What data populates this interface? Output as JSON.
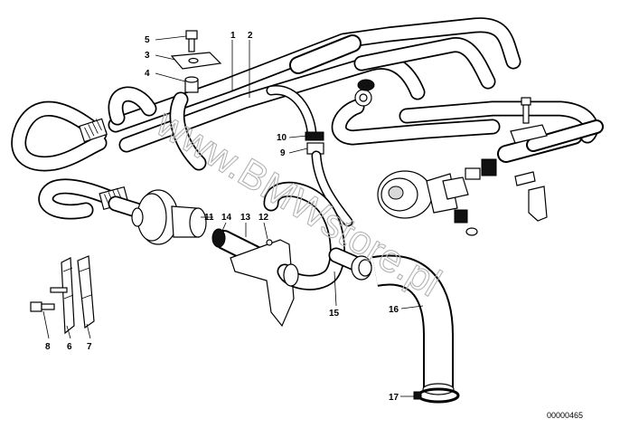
{
  "diagram": {
    "watermark": "www.BMWstore.pl",
    "reference_number": "00000465",
    "callouts": {
      "c1": "1",
      "c2": "2",
      "c3": "3",
      "c4": "4",
      "c5": "5",
      "c6": "6",
      "c7": "7",
      "c8": "8",
      "c9": "9",
      "c10": "10",
      "c11": "11",
      "c12": "12",
      "c13": "13",
      "c14": "14",
      "c15": "15",
      "c16": "16",
      "c17": "17"
    }
  }
}
